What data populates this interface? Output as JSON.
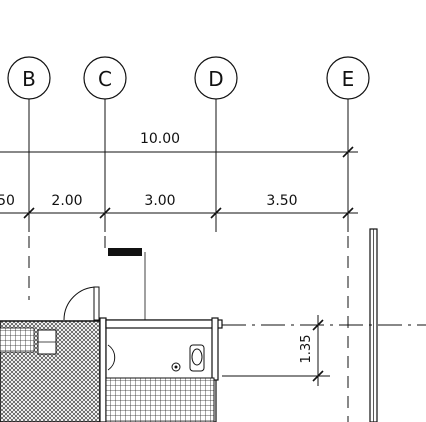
{
  "drawing": {
    "grid_labels": [
      "B",
      "C",
      "D",
      "E"
    ],
    "dimensions": {
      "overall": "10.00",
      "segments": [
        "50",
        "2.00",
        "3.00",
        "3.50"
      ],
      "vertical": "1.35"
    },
    "line_color": "#111111",
    "background": "#ffffff"
  }
}
